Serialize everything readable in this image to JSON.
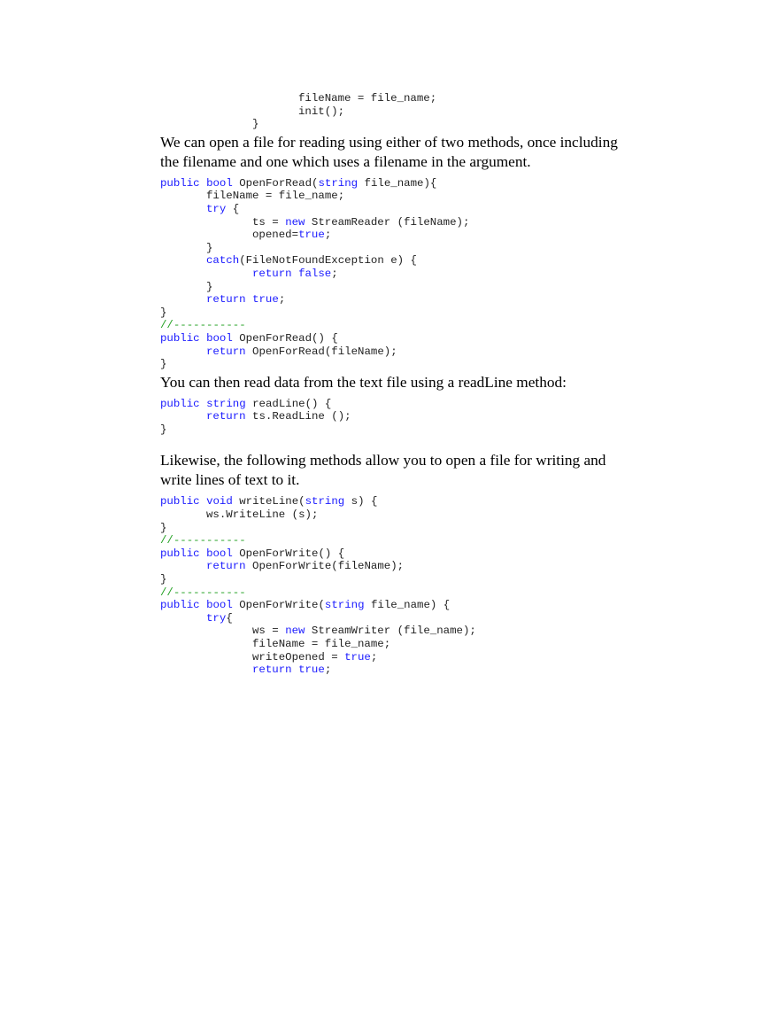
{
  "blocks": [
    {
      "type": "code",
      "lines": [
        {
          "indent": 3,
          "tokens": [
            [
              "fileName = file_name;",
              "t"
            ]
          ]
        },
        {
          "indent": 3,
          "tokens": [
            [
              "init();",
              "t"
            ]
          ]
        },
        {
          "indent": 2,
          "tokens": [
            [
              "}",
              "t"
            ]
          ]
        }
      ]
    },
    {
      "type": "para",
      "text": "We can open a file for reading using either of two methods, once including the filename and one which uses a filename in the argument."
    },
    {
      "type": "code",
      "lines": [
        {
          "indent": 0,
          "tokens": [
            [
              "public",
              "kw"
            ],
            [
              " ",
              "t"
            ],
            [
              "bool",
              "kw"
            ],
            [
              " OpenForRead(",
              "t"
            ],
            [
              "string",
              "kw"
            ],
            [
              " file_name){",
              "t"
            ]
          ]
        },
        {
          "indent": 1,
          "tokens": [
            [
              "fileName = file_name;",
              "t"
            ]
          ]
        },
        {
          "indent": 1,
          "tokens": [
            [
              "try",
              "kw"
            ],
            [
              " {",
              "t"
            ]
          ]
        },
        {
          "indent": 2,
          "tokens": [
            [
              "ts = ",
              "t"
            ],
            [
              "new",
              "kw"
            ],
            [
              " StreamReader (fileName);",
              "t"
            ]
          ]
        },
        {
          "indent": 2,
          "tokens": [
            [
              "opened=",
              "t"
            ],
            [
              "true",
              "kw"
            ],
            [
              ";",
              "t"
            ]
          ]
        },
        {
          "indent": 1,
          "tokens": [
            [
              "}",
              "t"
            ]
          ]
        },
        {
          "indent": 1,
          "tokens": [
            [
              "catch",
              "kw"
            ],
            [
              "(FileNotFoundException e) {",
              "t"
            ]
          ]
        },
        {
          "indent": 2,
          "tokens": [
            [
              "return",
              "kw"
            ],
            [
              " ",
              "t"
            ],
            [
              "false",
              "kw"
            ],
            [
              ";",
              "t"
            ]
          ]
        },
        {
          "indent": 1,
          "tokens": [
            [
              "}",
              "t"
            ]
          ]
        },
        {
          "indent": 1,
          "tokens": [
            [
              "return",
              "kw"
            ],
            [
              " ",
              "t"
            ],
            [
              "true",
              "kw"
            ],
            [
              ";",
              "t"
            ]
          ]
        },
        {
          "indent": 0,
          "tokens": [
            [
              "}",
              "t"
            ]
          ]
        },
        {
          "indent": 0,
          "tokens": [
            [
              "//-----------",
              "cm"
            ]
          ]
        },
        {
          "indent": 0,
          "tokens": [
            [
              "public",
              "kw"
            ],
            [
              " ",
              "t"
            ],
            [
              "bool",
              "kw"
            ],
            [
              " OpenForRead() {",
              "t"
            ]
          ]
        },
        {
          "indent": 1,
          "tokens": [
            [
              "return",
              "kw"
            ],
            [
              " OpenForRead(fileName);",
              "t"
            ]
          ]
        },
        {
          "indent": 0,
          "tokens": [
            [
              "}",
              "t"
            ]
          ]
        }
      ]
    },
    {
      "type": "para",
      "text": "You can then read data from the text file using a readLine method:"
    },
    {
      "type": "code",
      "lines": [
        {
          "indent": 0,
          "tokens": [
            [
              "public",
              "kw"
            ],
            [
              " ",
              "t"
            ],
            [
              "string",
              "kw"
            ],
            [
              " readLine() {",
              "t"
            ]
          ]
        },
        {
          "indent": 1,
          "tokens": [
            [
              "return",
              "kw"
            ],
            [
              " ts.ReadLine ();",
              "t"
            ]
          ]
        },
        {
          "indent": 0,
          "tokens": [
            [
              "}",
              "t"
            ]
          ]
        }
      ]
    },
    {
      "type": "para",
      "gap": true,
      "text": "Likewise, the following methods allow you to open a file for writing and write lines of text to it."
    },
    {
      "type": "code",
      "lines": [
        {
          "indent": 0,
          "tokens": [
            [
              "public",
              "kw"
            ],
            [
              " ",
              "t"
            ],
            [
              "void",
              "kw"
            ],
            [
              " writeLine(",
              "t"
            ],
            [
              "string",
              "kw"
            ],
            [
              " s) {",
              "t"
            ]
          ]
        },
        {
          "indent": 1,
          "tokens": [
            [
              "ws.WriteLine (s);",
              "t"
            ]
          ]
        },
        {
          "indent": 0,
          "tokens": [
            [
              "}",
              "t"
            ]
          ]
        },
        {
          "indent": 0,
          "tokens": [
            [
              "//-----------",
              "cm"
            ]
          ]
        },
        {
          "indent": 0,
          "tokens": [
            [
              "public",
              "kw"
            ],
            [
              " ",
              "t"
            ],
            [
              "bool",
              "kw"
            ],
            [
              " OpenForWrite() {",
              "t"
            ]
          ]
        },
        {
          "indent": 1,
          "tokens": [
            [
              "return",
              "kw"
            ],
            [
              " OpenForWrite(fileName);",
              "t"
            ]
          ]
        },
        {
          "indent": 0,
          "tokens": [
            [
              "}",
              "t"
            ]
          ]
        },
        {
          "indent": 0,
          "tokens": [
            [
              "//-----------",
              "cm"
            ]
          ]
        },
        {
          "indent": 0,
          "tokens": [
            [
              "public",
              "kw"
            ],
            [
              " ",
              "t"
            ],
            [
              "bool",
              "kw"
            ],
            [
              " OpenForWrite(",
              "t"
            ],
            [
              "string",
              "kw"
            ],
            [
              " file_name) {",
              "t"
            ]
          ]
        },
        {
          "indent": 1,
          "tokens": [
            [
              "try",
              "kw"
            ],
            [
              "{",
              "t"
            ]
          ]
        },
        {
          "indent": 2,
          "tokens": [
            [
              "ws = ",
              "t"
            ],
            [
              "new",
              "kw"
            ],
            [
              " StreamWriter (file_name);",
              "t"
            ]
          ]
        },
        {
          "indent": 2,
          "tokens": [
            [
              "fileName = file_name;",
              "t"
            ]
          ]
        },
        {
          "indent": 2,
          "tokens": [
            [
              "writeOpened = ",
              "t"
            ],
            [
              "true",
              "kw"
            ],
            [
              ";",
              "t"
            ]
          ]
        },
        {
          "indent": 2,
          "tokens": [
            [
              "return",
              "kw"
            ],
            [
              " ",
              "t"
            ],
            [
              "true",
              "kw"
            ],
            [
              ";",
              "t"
            ]
          ]
        }
      ]
    }
  ],
  "colors": {
    "keyword": "#1a1aff",
    "comment": "#22a022",
    "text": "#222222"
  }
}
